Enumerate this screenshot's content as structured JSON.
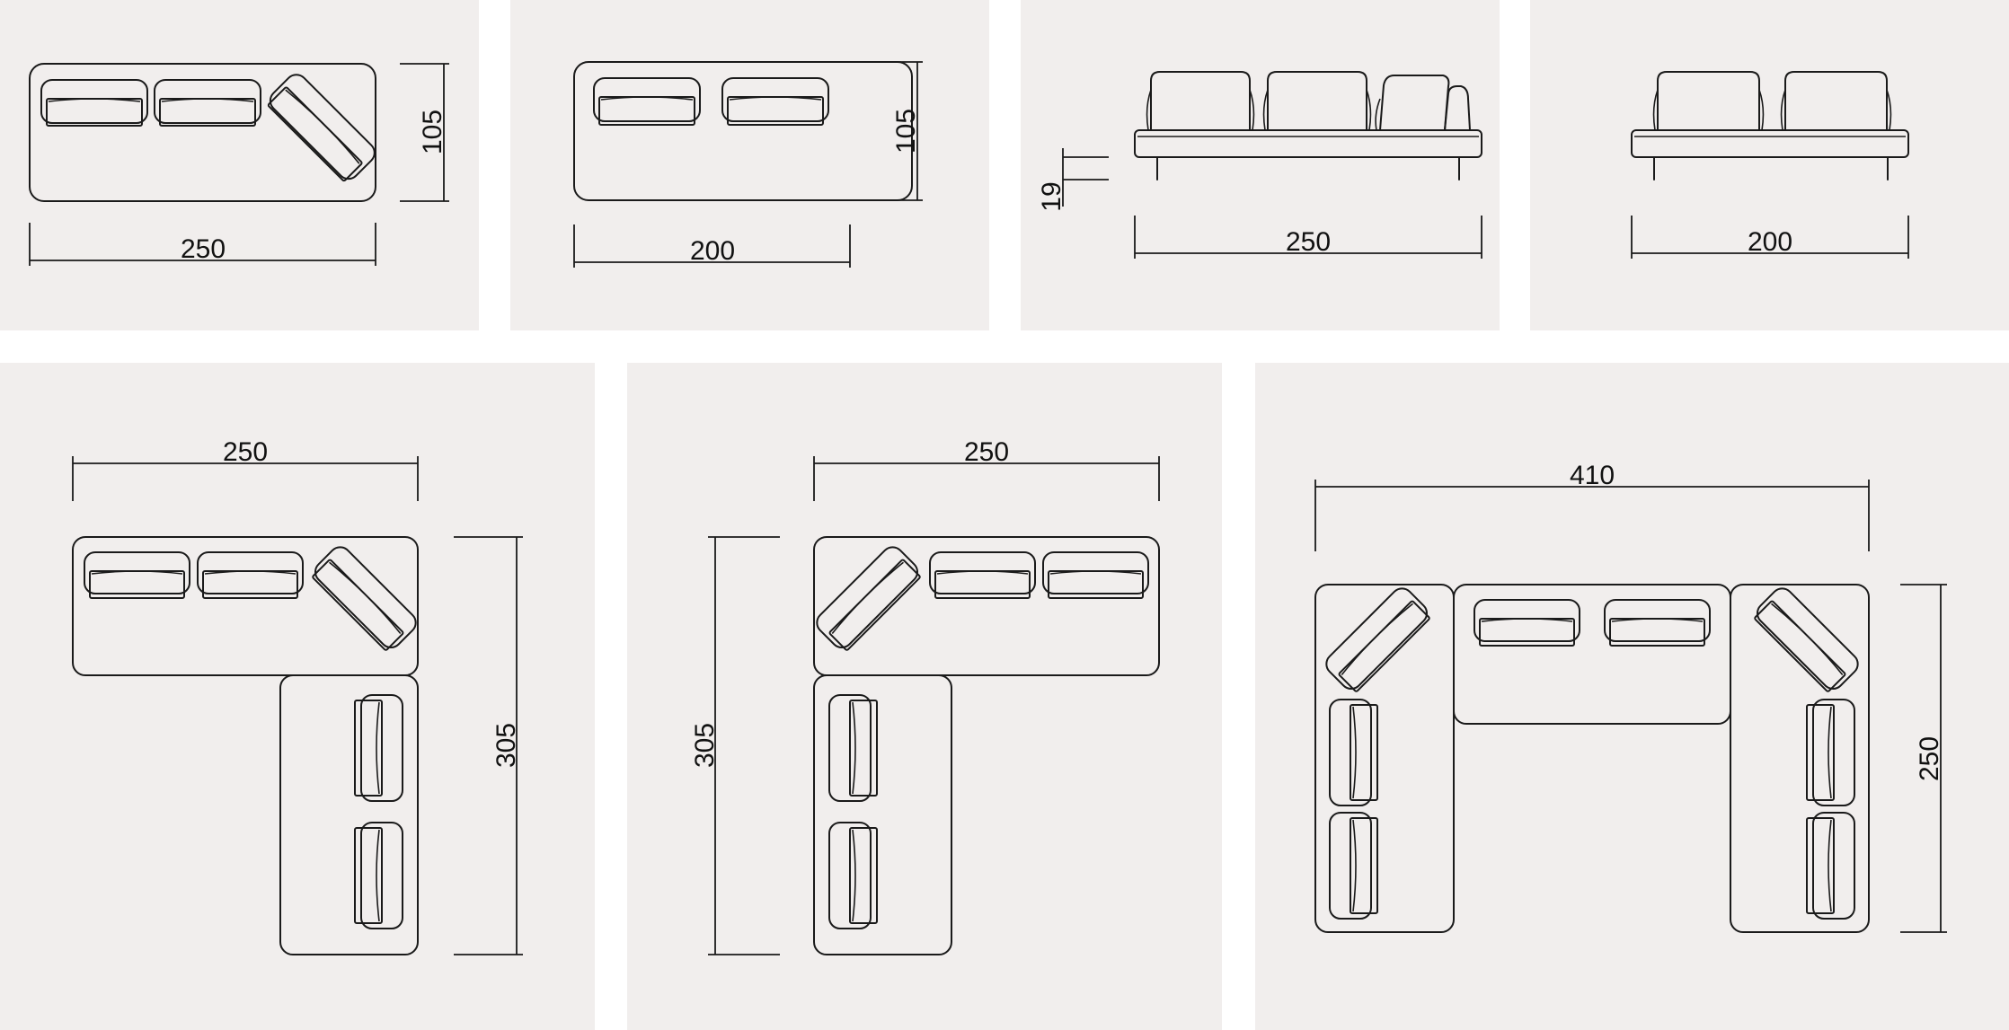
{
  "colors": {
    "panel_bg": "#f1eeed",
    "page_bg": "#ffffff",
    "ink": "#1a1a1a"
  },
  "panels": [
    {
      "id": "sofa-3-seat-top",
      "dims": {
        "width": "250",
        "depth": "105"
      }
    },
    {
      "id": "sofa-2-seat-top",
      "dims": {
        "width": "200",
        "depth": "105"
      }
    },
    {
      "id": "sofa-3-seat-front",
      "dims": {
        "width": "250",
        "leg_height": "19"
      }
    },
    {
      "id": "sofa-2-seat-front",
      "dims": {
        "width": "200"
      }
    },
    {
      "id": "corner-sofa-right-top",
      "dims": {
        "width": "250",
        "length": "305"
      }
    },
    {
      "id": "corner-sofa-left-top",
      "dims": {
        "width": "250",
        "length": "305"
      }
    },
    {
      "id": "u-shaped-sofa-top",
      "dims": {
        "width": "410",
        "depth": "250"
      }
    }
  ]
}
